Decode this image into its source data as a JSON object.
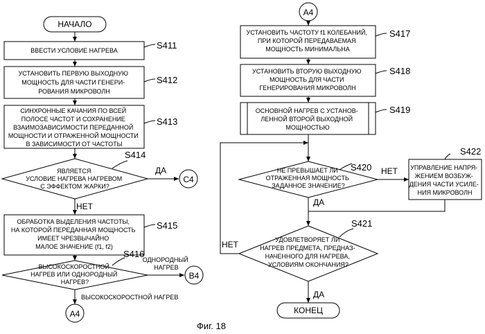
{
  "flowchart": {
    "start": "НАЧАЛО",
    "end": "КОНЕЦ",
    "steps": {
      "s411": {
        "label": "S411",
        "text": [
          "ВВЕСТИ УСЛОВИЕ НАГРЕВА"
        ]
      },
      "s412": {
        "label": "S412",
        "text": [
          "УСТАНОВИТЬ ПЕРВУЮ ВЫХОДНУЮ",
          "МОЩНОСТЬ ДЛЯ ЧАСТИ ГЕНЕРИ-",
          "РОВАНИЯ МИКРОВОЛН"
        ]
      },
      "s413": {
        "label": "S413",
        "text": [
          "СИНХРОННЫЕ КАЧАНИЯ ПО ВСЕЙ",
          "ПОЛОСЕ ЧАСТОТ И СОХРАНЕНИЕ",
          "ВЗАИМОЗАВИСИМОСТИ ПЕРЕДАННОЙ",
          "МОЩНОСТИ И ОТРАЖЕННОЙ МОЩНОСТИ",
          "В ЗАВИСИМОСТИ ОТ ЧАСТОТЫ"
        ]
      },
      "s414": {
        "label": "S414",
        "text": [
          "ЯВЛЯЕТСЯ",
          "УСЛОВИЕ НАГРЕВА НАГРЕВОМ",
          "С ЭФФЕКТОМ ЖАРКИ?"
        ]
      },
      "s415": {
        "label": "S415",
        "text": [
          "ОБРАБОТКА ВЫДЕЛЕНИЯ ЧАСТОТЫ,",
          "НА КОТОРОЙ ПЕРЕДАННАЯ  МОЩНОСТЬ",
          "ИМЕЕТ ЧРЕЗВЫЧАЙНО",
          "МАЛОЕ ЗНАЧЕНИЕ (f1, f2)"
        ]
      },
      "s416": {
        "label": "S416",
        "text": [
          "ВЫСОКОСКОРОСТНОЙ",
          "НАГРЕВ ИЛИ ОДНОРОДНЫЙ",
          "НАГРЕВ?"
        ]
      },
      "s417": {
        "label": "S417",
        "text": [
          "УСТАНОВИТЬ ЧАСТОТУ f1 КОЛЕБАНИЙ,",
          "ПРИ КОТОРОЙ ПЕРЕДАВАЕМАЯ",
          "МОЩНОСТЬ МИНИМАЛЬНА"
        ]
      },
      "s418": {
        "label": "S418",
        "text": [
          "УСТАНОВИТЬ ВТОРУЮ ВЫХОДНУЮ",
          "МОЩНОСТЬ ДЛЯ ЧАСТИ",
          "ГЕНЕРИРОВАНИЯ МИКРОВОЛН"
        ]
      },
      "s419": {
        "label": "S419",
        "text": [
          "ОСНОВНОЙ НАГРЕВ С УСТАНОВ-",
          "ЛЕННОЙ ВТОРОЙ ВЫХОДНОЙ",
          "МОЩНОСТЬЮ"
        ]
      },
      "s420": {
        "label": "S420",
        "text": [
          "НЕ ПРЕВЫШАЕТ ЛИ",
          "ОТРАЖЕННАЯ МОЩНОСТЬ",
          "ЗАДАННОЕ ЗНАЧЕНИЕ?"
        ]
      },
      "s421": {
        "label": "S421",
        "text": [
          "УДОВЛЕТВОРЯЕТ ЛИ",
          "НАГРЕВ ПРЕДМЕТА, ПРЕДНАЗ-",
          "НАЧЕННОГО ДЛЯ НАГРЕВА,",
          "УСЛОВИЯМ ОКОНЧАНИЯ?"
        ]
      },
      "s422": {
        "label": "S422",
        "text": [
          "УПРАВЛЕНИЕ НАПРЯ-",
          "ЖЕНИЕМ ВОЗБУЖ-",
          "ДЕНИЯ ЧАСТИ УСИЛЕ-",
          "НИЯ МИКРОВОЛН"
        ]
      }
    },
    "connectors": {
      "c4": "C4",
      "b4": "B4",
      "a4_out": "A4",
      "a4_in": "A4"
    },
    "branch_labels": {
      "yes_414": "ДА",
      "no_414": "НЕТ",
      "uniform_416": [
        "ОДНОРОДНЫЙ",
        "НАГРЕВ"
      ],
      "highspeed_416": "ВЫСОКОСКОРОСТНОЙ НАГРЕВ",
      "no_420": "НЕТ",
      "yes_420": "ДА",
      "no_421": "НЕТ",
      "yes_421": "ДА"
    },
    "caption": "Фиг. 18"
  }
}
